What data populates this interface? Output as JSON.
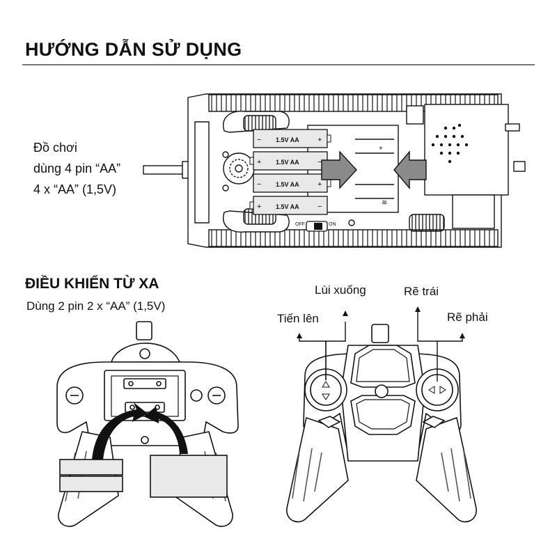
{
  "title": "HƯỚNG DẪN SỬ DỤNG",
  "tank": {
    "caption_lines": [
      "Đồ chơi",
      "dùng 4 pin “AA”",
      "4 x “AA” (1,5V)"
    ],
    "battery_label": "1.5V AA",
    "switch_off": "OFF",
    "switch_on": "ON"
  },
  "remote_section": {
    "heading": "ĐIỀU KHIỂN TỪ XA",
    "subheading": "Dùng 2 pin 2 x “AA” (1,5V)"
  },
  "controls": {
    "backward": "Lùi xuống",
    "forward": "Tiến lên",
    "turn_left": "Rẽ trái",
    "turn_right": "Rẽ phải"
  },
  "colors": {
    "ink": "#111111",
    "arrow_gray": "#8a8a8a",
    "battery_fill": "#e9e9e9"
  }
}
